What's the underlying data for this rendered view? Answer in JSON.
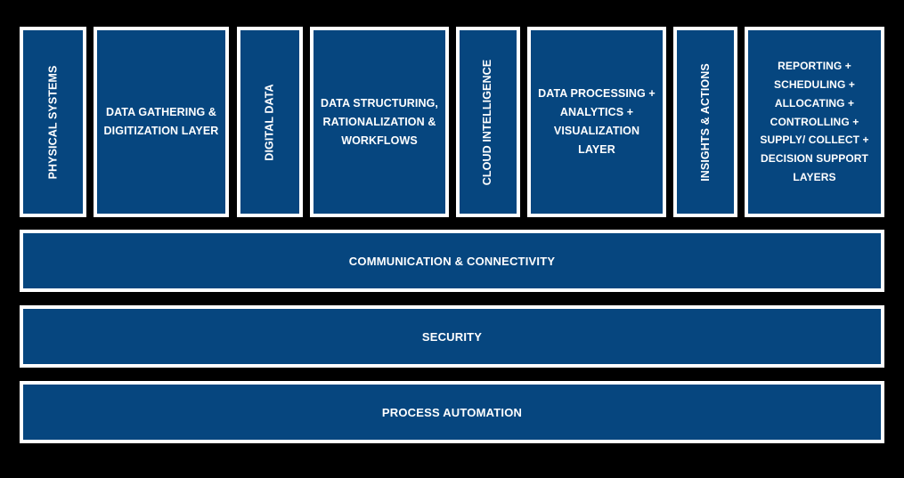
{
  "meta": {
    "background_color": "#000000",
    "box_fill_color": "#06467f",
    "box_border_color": "#ffffff",
    "text_color": "#ffffff"
  },
  "top_row": {
    "columns": [
      {
        "id": "physical-systems",
        "label": "PHYSICAL SYSTEMS",
        "orientation": "vertical"
      },
      {
        "id": "data-gathering",
        "label": "DATA GATHERING & DIGITIZATION LAYER",
        "orientation": "horizontal"
      },
      {
        "id": "digital-data",
        "label": "DIGITAL DATA",
        "orientation": "vertical"
      },
      {
        "id": "data-structuring",
        "label": "DATA STRUCTURING, RATIONALIZATION & WORKFLOWS",
        "orientation": "horizontal"
      },
      {
        "id": "cloud-intelligence",
        "label": "CLOUD INTELLIGENCE",
        "orientation": "vertical"
      },
      {
        "id": "data-processing",
        "label": "DATA PROCESSING + ANALYTICS + VISUALIZATION LAYER",
        "orientation": "horizontal"
      },
      {
        "id": "insights-actions",
        "label": "INSIGHTS & ACTIONS",
        "orientation": "vertical"
      },
      {
        "id": "reporting-layers",
        "label": "REPORTING + SCHEDULING + ALLOCATING + CONTROLLING + SUPPLY/ COLLECT + DECISION SUPPORT LAYERS",
        "orientation": "horizontal"
      }
    ]
  },
  "bars": [
    {
      "id": "communication-connectivity",
      "label": "COMMUNICATION & CONNECTIVITY"
    },
    {
      "id": "security",
      "label": "SECURITY"
    },
    {
      "id": "process-automation",
      "label": "PROCESS AUTOMATION"
    }
  ]
}
